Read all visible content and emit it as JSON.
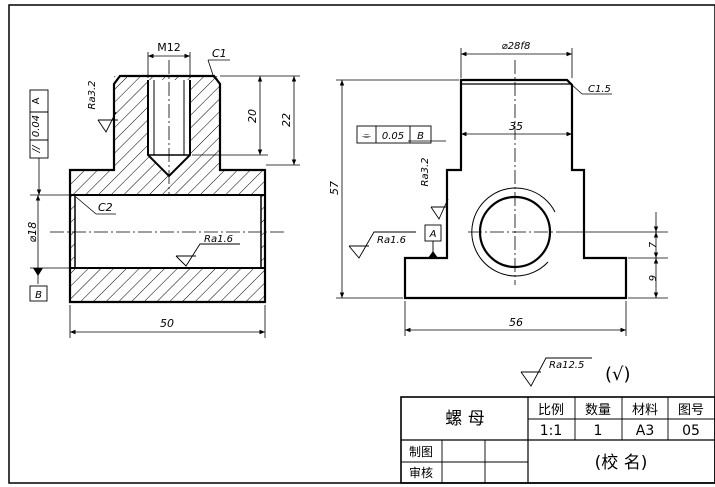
{
  "dims": {
    "thread": "M12",
    "chamfer_top": "C1",
    "height_20": "20",
    "height_22": "22",
    "bore_dia": "⌀18",
    "chamfer_bore": "C2",
    "width_50": "50",
    "top_dia": "⌀28f8",
    "chamfer_side": "C1.5",
    "width_35": "35",
    "height_57": "57",
    "width_56": "56",
    "h7": "7",
    "h9": "9"
  },
  "roughness": {
    "ra32_left": "Ra3.2",
    "ra16_bore": "Ra1.6",
    "ra32_right": "Ra3.2",
    "ra16_right": "Ra1.6",
    "ra125": "Ra12.5",
    "rest": "(√)"
  },
  "tolerance": {
    "parallel_symbol": "//",
    "parallel_value": "0.04",
    "parallel_datum": "A",
    "datum_b": "B",
    "sym_symbol": "⌯",
    "sym_value": "0.05",
    "sym_datum": "B",
    "datum_a": "A"
  },
  "title_block": {
    "part_name": "螺 母",
    "scale_label": "比例",
    "qty_label": "数量",
    "material_label": "材料",
    "drawing_no_label": "图号",
    "scale_value": "1:1",
    "qty_value": "1",
    "material_value": "A3",
    "drawing_no_value": "05",
    "drawn_by_label": "制图",
    "checked_by_label": "审核",
    "school_name": "(校   名)"
  }
}
